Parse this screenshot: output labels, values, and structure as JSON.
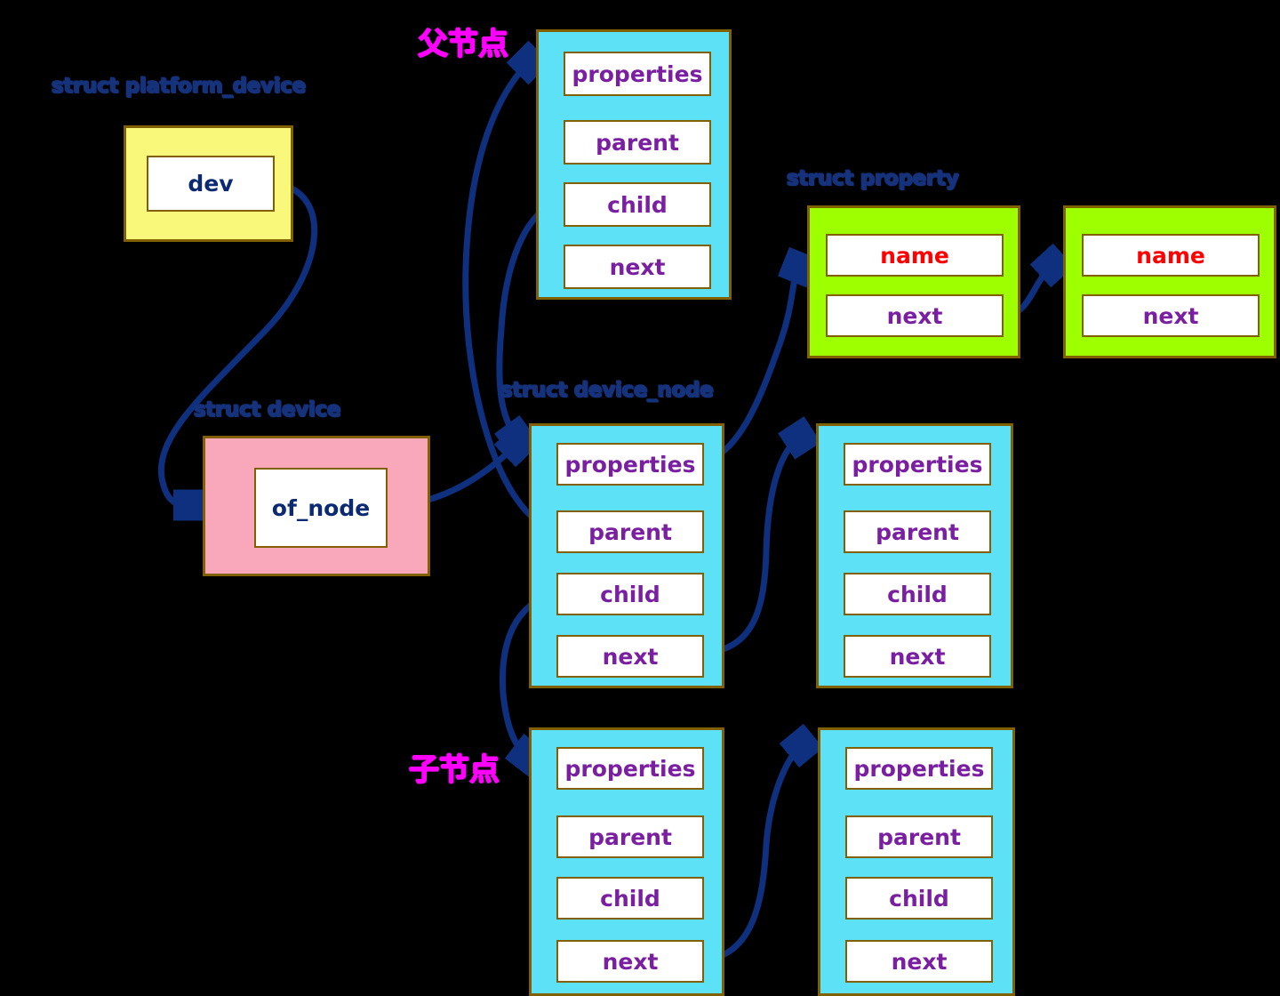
{
  "diagram": {
    "title_captions": {
      "platform_device": "struct platform_device",
      "device": "struct device",
      "device_node": "struct device_node",
      "property": "struct property"
    },
    "cjk_labels": {
      "parent_node": "父节点",
      "child_node": "子节点"
    },
    "colors": {
      "background": "#000000",
      "caption_text": "#15327b",
      "cjk_text": "#ff00ff",
      "arrow": "#0f2f7f",
      "border": "#806000",
      "platform_device_fill": "#faf87a",
      "device_fill": "#f9a8bb",
      "device_node_fill": "#5ce1f7",
      "property_fill": "#9eff00",
      "field_fill": "#ffffff",
      "field_text_purple": "#7b1fa2",
      "field_text_navy": "#0b2a72",
      "field_text_red": "#ff0000"
    },
    "boxes": {
      "platform_device": {
        "fields": [
          "dev"
        ]
      },
      "device": {
        "fields": [
          "of_node"
        ]
      },
      "parent_node": {
        "fields": [
          "properties",
          "parent",
          "child",
          "next"
        ]
      },
      "middle_node": {
        "fields": [
          "properties",
          "parent",
          "child",
          "next"
        ]
      },
      "middle_sibling_node": {
        "fields": [
          "properties",
          "parent",
          "child",
          "next"
        ]
      },
      "child_node": {
        "fields": [
          "properties",
          "parent",
          "child",
          "next"
        ]
      },
      "child_sibling_node": {
        "fields": [
          "properties",
          "parent",
          "child",
          "next"
        ]
      },
      "property_first": {
        "fields": [
          "name",
          "next"
        ]
      },
      "property_second": {
        "fields": [
          "name",
          "next"
        ]
      }
    }
  }
}
